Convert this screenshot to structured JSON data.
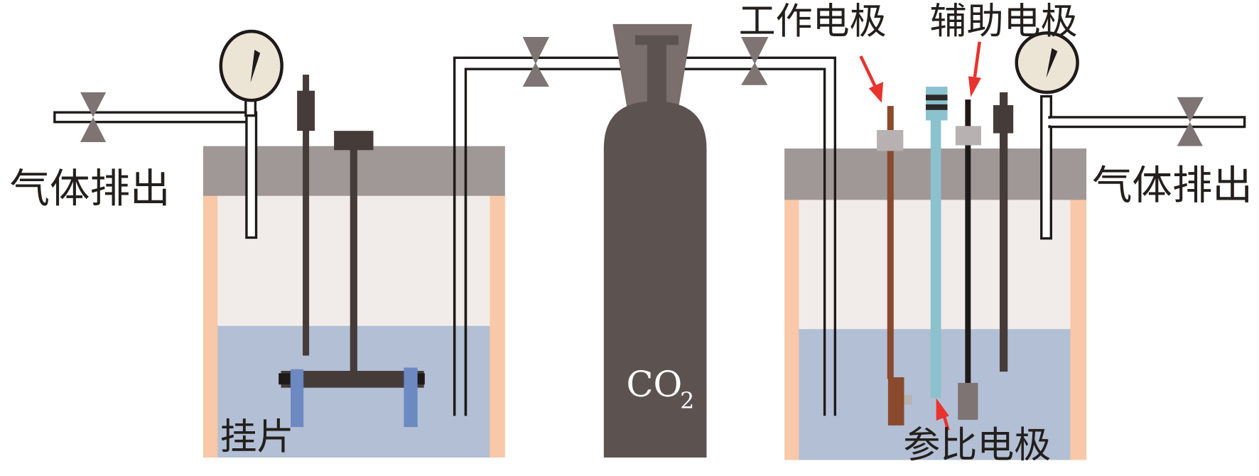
{
  "labels": {
    "gas_exhaust_left": "气体排出",
    "gas_exhaust_right": "气体排出",
    "coupon": "挂片",
    "co2_main": "CO",
    "co2_sub": "2",
    "working_electrode": "工作电极",
    "auxiliary_electrode": "辅助电极",
    "reference_electrode": "参比电极"
  },
  "colors": {
    "lid": "#a09896",
    "wall": "#f8c8a8",
    "headspace": "#f1ece9",
    "solution": "#b3bfd4",
    "cylinder": "#5c5350",
    "cylinder_cap": "#7a6f6c",
    "valve": "#7d7473",
    "gauge_face": "#ece5d6",
    "rod": "#453c3a",
    "coupon_holder": "#6d89c2",
    "working_electrode": "#8a4a2d",
    "reference_electrode": "#8cc1ce",
    "electrode_collar": "#b7b2b1",
    "arrow": "#e8332e"
  }
}
